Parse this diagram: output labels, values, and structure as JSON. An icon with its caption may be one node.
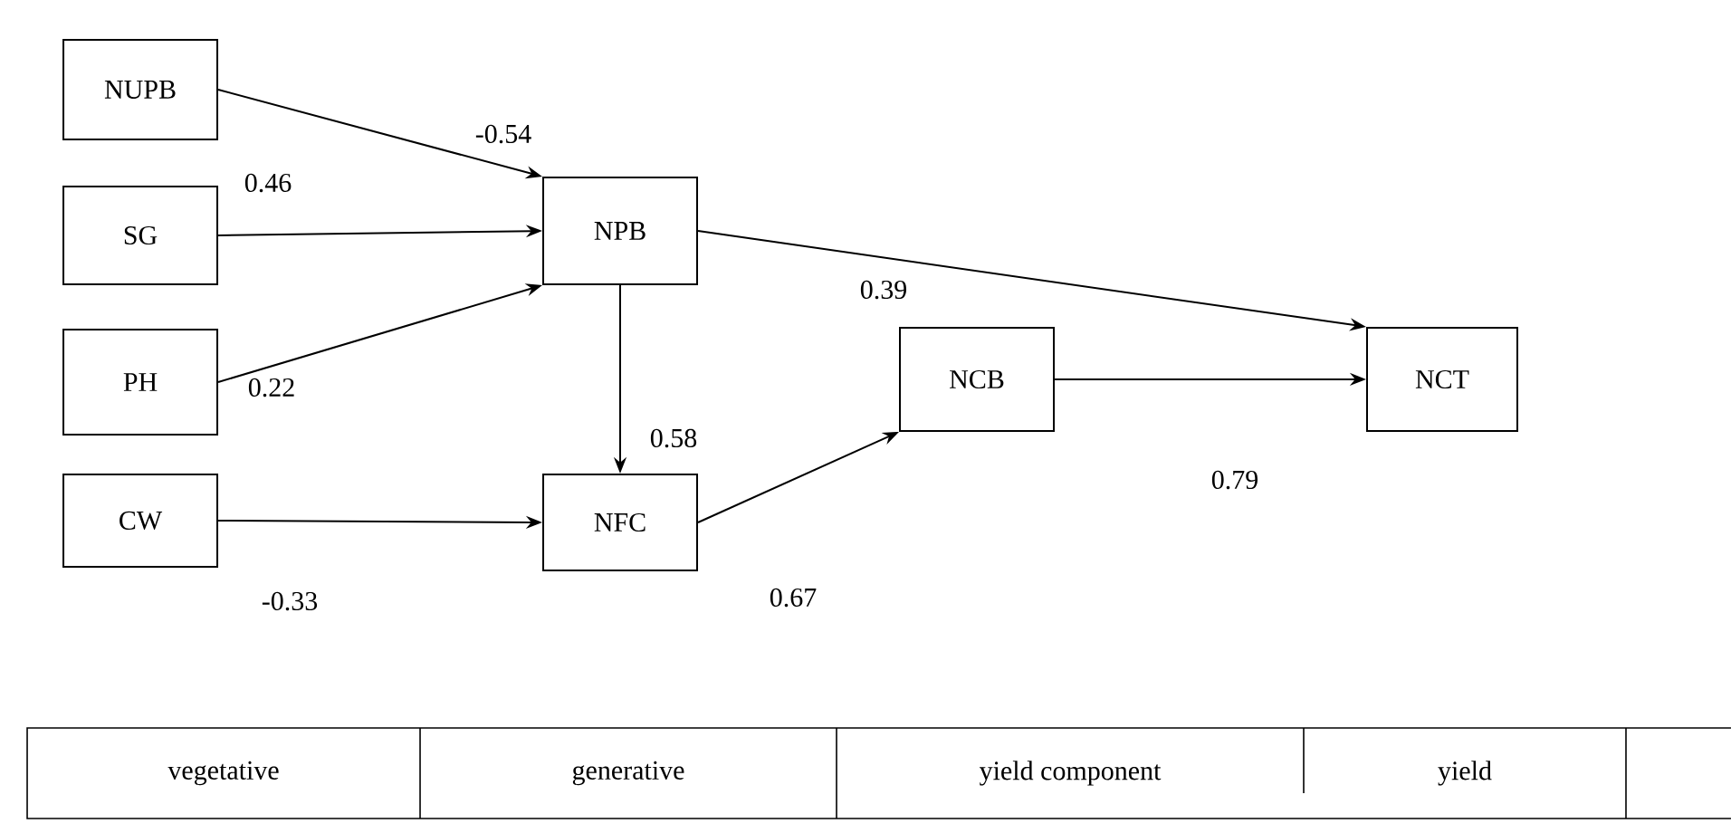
{
  "diagram": {
    "nodes": [
      {
        "text": [
          "NUPB"
        ]
      },
      {
        "text": [
          "SG"
        ]
      },
      {
        "text": [
          "PH"
        ]
      },
      {
        "text": [
          "CW"
        ]
      },
      {
        "text": [
          "NPB"
        ]
      },
      {
        "text": [
          "NFC"
        ]
      },
      {
        "text": [
          "NCB"
        ]
      },
      {
        "text": [
          "NCT"
        ]
      }
    ],
    "edges": [
      {
        "from": 0,
        "to": 4,
        "arrow": "to",
        "label": "-0.54"
      },
      {
        "from": 1,
        "to": 4,
        "arrow": "to",
        "label": "0.46"
      },
      {
        "from": 2,
        "to": 4,
        "arrow": "to",
        "label": "0.22"
      },
      {
        "from": 4,
        "to": 5,
        "arrow": "to",
        "label": "0.58"
      },
      {
        "from": 4,
        "to": 7,
        "arrow": "to",
        "label": "0.39"
      },
      {
        "from": 3,
        "to": 5,
        "arrow": "to",
        "label": "-0.33"
      },
      {
        "from": 5,
        "to": 6,
        "arrow": "to",
        "label": "0.67"
      },
      {
        "from": 6,
        "to": 7,
        "arrow": "to",
        "label": "0.79"
      }
    ],
    "labels": [
      "vegetative",
      "generative",
      "yield component",
      "yield"
    ]
  }
}
